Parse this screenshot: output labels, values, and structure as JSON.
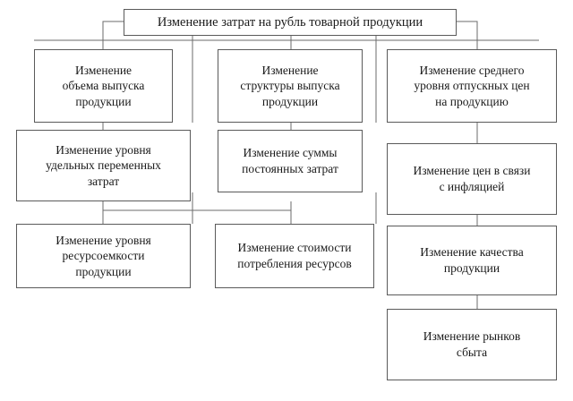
{
  "diagram": {
    "type": "tree-hierarchy",
    "language": "ru",
    "title": "Изменение затрат на рубль товарной продукции",
    "background_color": "#ffffff",
    "box_border_color": "#5a5a5a",
    "connector_color": "#6b6b6b",
    "text_color": "#1a1a1a",
    "root": {
      "id": "root",
      "label": "Изменение затрат на рубль товарной продукции"
    },
    "columns": [
      {
        "id": "column-volume",
        "nodes": [
          {
            "id": "node-volume-output",
            "label": "Изменение\nобъема выпуска\nпродукции"
          },
          {
            "id": "node-variable-costs",
            "label": "Изменение уровня\nудельных переменных\nзатрат"
          },
          {
            "id": "node-resource-intensity",
            "label": "Изменение уровня\nресурсоемкости\nпродукции"
          }
        ]
      },
      {
        "id": "column-structure",
        "nodes": [
          {
            "id": "node-output-structure",
            "label": "Изменение\nструктуры выпуска\nпродукции"
          },
          {
            "id": "node-fixed-costs",
            "label": "Изменение суммы\nпостоянных затрат"
          },
          {
            "id": "node-resource-cost",
            "label": "Изменение стоимости\nпотребления ресурсов"
          }
        ]
      },
      {
        "id": "column-prices",
        "nodes": [
          {
            "id": "node-average-prices",
            "label": "Изменение среднего\nуровня отпускных цен\nна продукцию"
          },
          {
            "id": "node-inflation-prices",
            "label": "Изменение цен в связи\nс инфляцией"
          },
          {
            "id": "node-product-quality",
            "label": "Изменение качества\nпродукции"
          },
          {
            "id": "node-sales-markets",
            "label": "Изменение рынков\nсбыта"
          }
        ]
      }
    ]
  }
}
